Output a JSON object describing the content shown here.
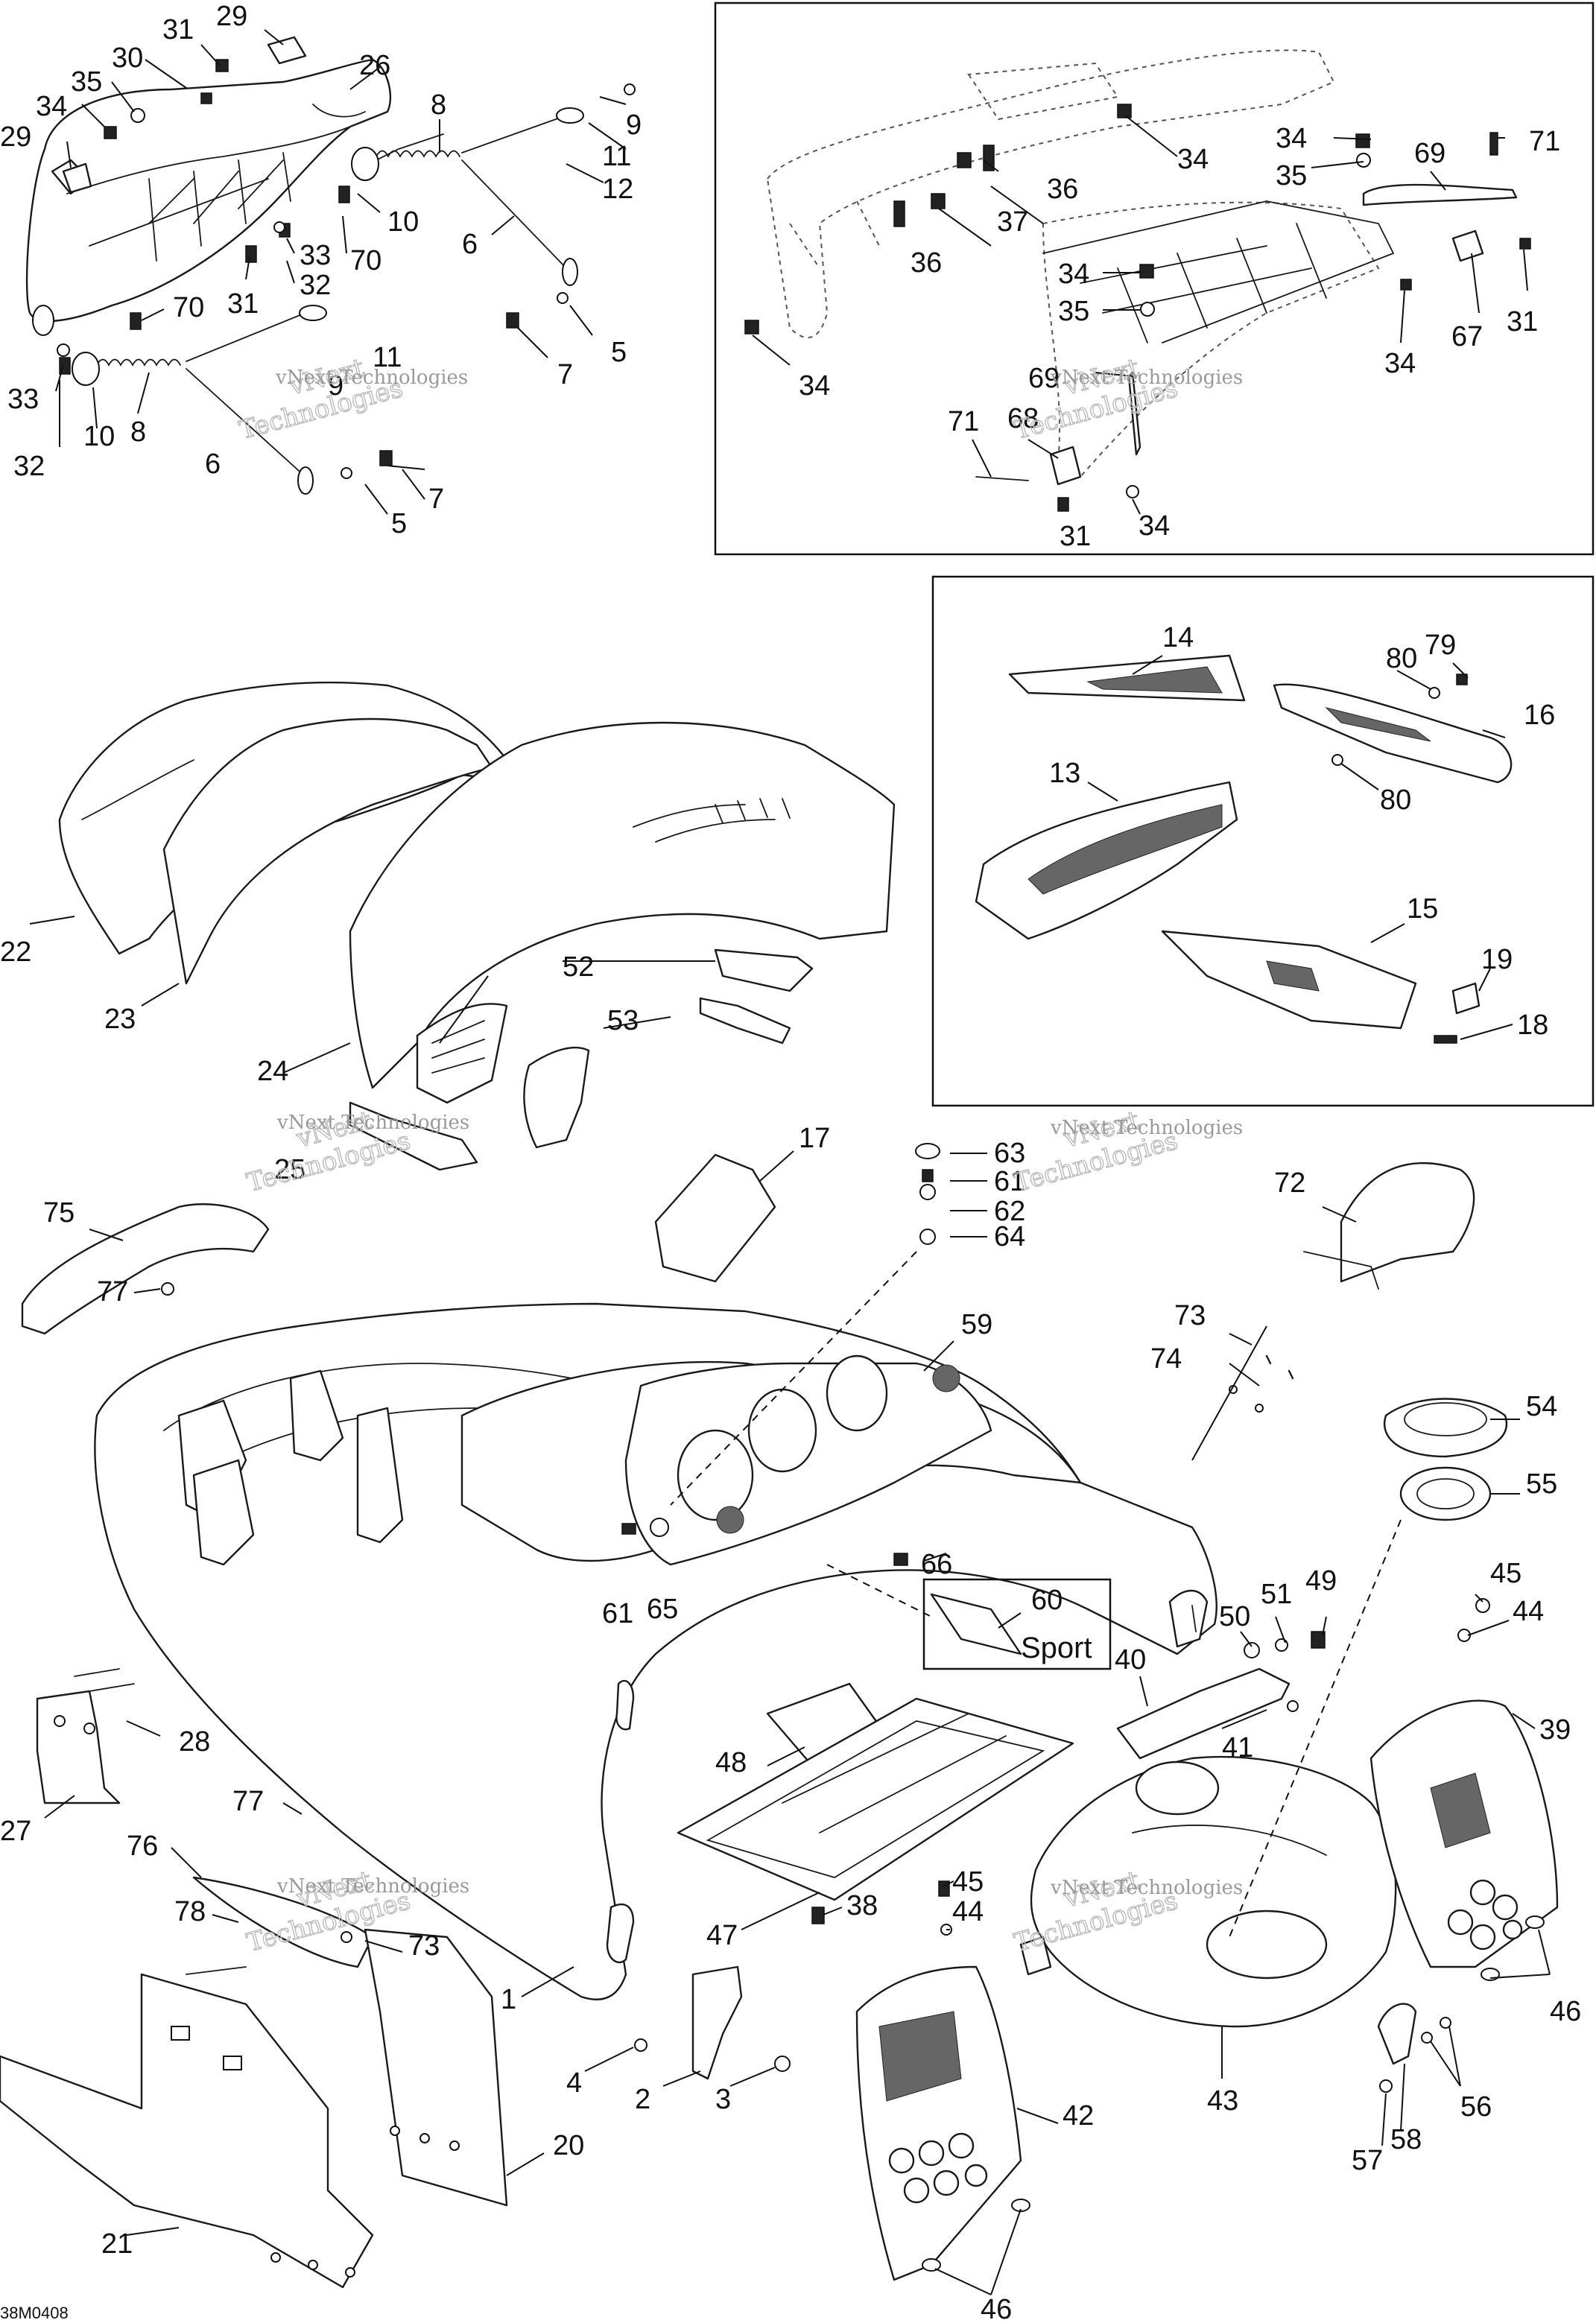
{
  "diagram": {
    "drawing_code": "38M0408",
    "sport_label": "Sport",
    "watermark_line1": "vNext",
    "watermark_line2": "Technologies",
    "watermark_small": "vNext Technologies",
    "callouts": [
      "31",
      "29",
      "30",
      "35",
      "34",
      "26",
      "8",
      "29",
      "9",
      "11",
      "12",
      "10",
      "6",
      "70",
      "33",
      "32",
      "31",
      "70",
      "11",
      "9",
      "5",
      "7",
      "33",
      "10",
      "8",
      "32",
      "6",
      "7",
      "5",
      "34",
      "71",
      "34",
      "69",
      "36",
      "35",
      "37",
      "36",
      "34",
      "35",
      "31",
      "34",
      "67",
      "69",
      "34",
      "71",
      "68",
      "31",
      "34",
      "14",
      "79",
      "80",
      "16",
      "80",
      "13",
      "15",
      "19",
      "18",
      "22",
      "23",
      "52",
      "53",
      "24",
      "25",
      "17",
      "63",
      "61",
      "62",
      "64",
      "72",
      "75",
      "77",
      "59",
      "73",
      "74",
      "54",
      "55",
      "61",
      "65",
      "66",
      "60",
      "49",
      "45",
      "51",
      "50",
      "44",
      "40",
      "41",
      "39",
      "28",
      "27",
      "48",
      "77",
      "76",
      "78",
      "73",
      "45",
      "44",
      "38",
      "47",
      "1",
      "46",
      "43",
      "42",
      "56",
      "4",
      "2",
      "3",
      "57",
      "58",
      "20",
      "21",
      "46"
    ]
  }
}
